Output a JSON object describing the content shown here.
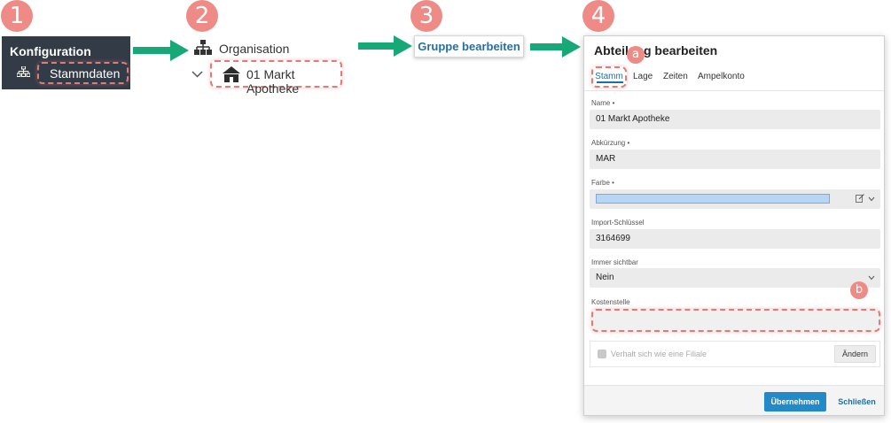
{
  "steps": [
    "1",
    "2",
    "3",
    "4"
  ],
  "sub_markers": [
    "a",
    "b"
  ],
  "colors": {
    "accent_arrow": "#17a878",
    "step_badge": "#ee8b86",
    "highlight_dash": "#e07b75",
    "sidebar_bg": "#333b47",
    "primary_button": "#2389c8"
  },
  "panel1": {
    "title": "Konfiguration",
    "item_label": "Stammdaten",
    "item_icon": "org-chart-icon"
  },
  "panel2": {
    "root_label": "Organisation",
    "root_icon": "org-chart-icon",
    "child_label": "01 Markt Apotheke",
    "child_icon": "house-icon",
    "expand_icon": "chevron-down-icon"
  },
  "panel3": {
    "button_label": "Gruppe bearbeiten"
  },
  "dialog": {
    "title": "Abteilung bearbeiten",
    "tabs": [
      "Stamm",
      "Lage",
      "Zeiten",
      "Ampelkonto"
    ],
    "active_tab": "Stamm",
    "fields": {
      "name": {
        "label": "Name",
        "value": "01 Markt Apotheke"
      },
      "abkuerzung": {
        "label": "Abkürzung",
        "value": "MAR"
      },
      "farbe": {
        "label": "Farbe",
        "value": ""
      },
      "import": {
        "label": "Import-Schlüssel",
        "value": "3164699"
      },
      "sichtbar": {
        "label": "Immer sichtbar",
        "value": "Nein"
      },
      "kostenstelle": {
        "label": "Kostenstelle",
        "value": ""
      }
    },
    "required_marker": "•",
    "filiale_label": "Verhalt sich wie eine Filiale",
    "aendern_label": "Ändern",
    "ok_label": "Übernehmen",
    "close_label": "Schließen"
  }
}
